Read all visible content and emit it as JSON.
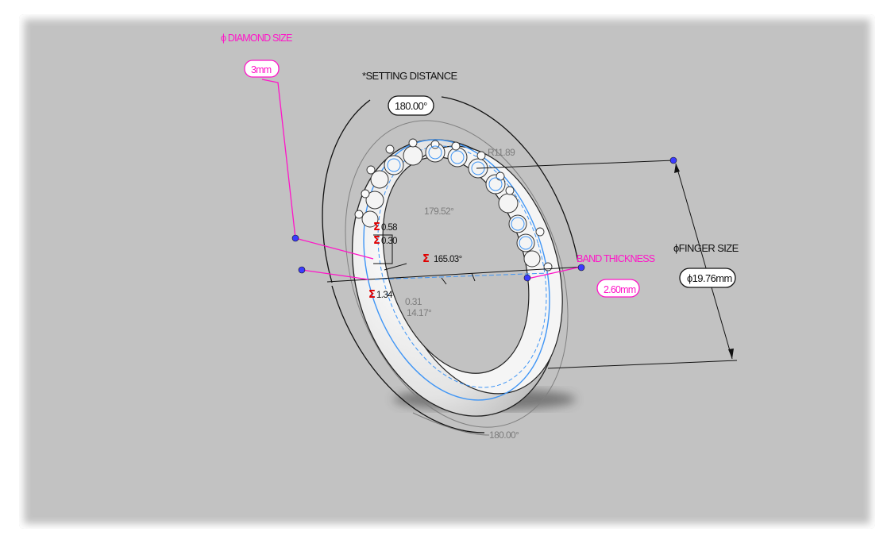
{
  "dimensions": {
    "diamond_size": {
      "label": "ϕ DIAMOND SIZE",
      "value": "3mm"
    },
    "setting_distance": {
      "label": "*SETTING DISTANCE",
      "value": "180.00°"
    },
    "finger_size": {
      "label": "ϕFINGER SIZE",
      "value": "ϕ19.76mm"
    },
    "band_thickness": {
      "label": "BAND THICKNESS",
      "value": "2.60mm"
    },
    "radius": "R11.89",
    "angle_inner": "179.52°",
    "angle_bottom": "180.00°",
    "angle_sum": "165.03°",
    "sum_symbol": "Σ",
    "small_values": [
      "0.58",
      "0.30",
      "1.34",
      "0.31",
      "14.17°"
    ]
  },
  "colors": {
    "viewport_bg": "#c2c2c2",
    "annotation_magenta": "#ff14c8",
    "sketch_blue": "#3f95f5",
    "dimension_black": "#111111",
    "dimension_grey": "#7c7c7c",
    "sum_red": "#e00000"
  }
}
